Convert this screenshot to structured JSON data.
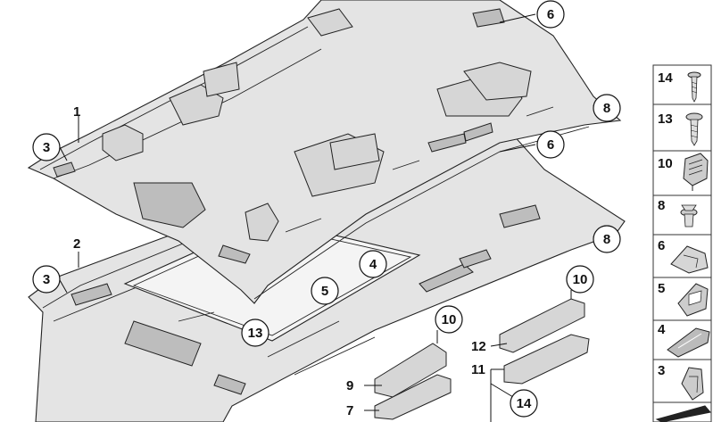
{
  "callouts": [
    {
      "id": "c1",
      "label": "1",
      "circled": false
    },
    {
      "id": "c2",
      "label": "2",
      "circled": false
    },
    {
      "id": "c3a",
      "label": "3",
      "circled": true
    },
    {
      "id": "c3b",
      "label": "3",
      "circled": true
    },
    {
      "id": "c4",
      "label": "4",
      "circled": true
    },
    {
      "id": "c5",
      "label": "5",
      "circled": true
    },
    {
      "id": "c6a",
      "label": "6",
      "circled": true
    },
    {
      "id": "c6b",
      "label": "6",
      "circled": true
    },
    {
      "id": "c7",
      "label": "7",
      "circled": false
    },
    {
      "id": "c8a",
      "label": "8",
      "circled": true
    },
    {
      "id": "c8b",
      "label": "8",
      "circled": true
    },
    {
      "id": "c9",
      "label": "9",
      "circled": false
    },
    {
      "id": "c10a",
      "label": "10",
      "circled": true
    },
    {
      "id": "c10b",
      "label": "10",
      "circled": true
    },
    {
      "id": "c11",
      "label": "11",
      "circled": false
    },
    {
      "id": "c12",
      "label": "12",
      "circled": false
    },
    {
      "id": "c13",
      "label": "13",
      "circled": true
    },
    {
      "id": "c14",
      "label": "14",
      "circled": true
    }
  ],
  "legend": [
    {
      "label": "14",
      "icon": "screw-long-icon"
    },
    {
      "label": "13",
      "icon": "screw-short-icon"
    },
    {
      "label": "10",
      "icon": "clip-bracket-icon"
    },
    {
      "label": "8",
      "icon": "expanding-rivet-icon"
    },
    {
      "label": "6",
      "icon": "holder-clip-icon"
    },
    {
      "label": "5",
      "icon": "mounting-bracket-icon"
    },
    {
      "label": "4",
      "icon": "adhesive-pad-icon"
    },
    {
      "label": "3",
      "icon": "spring-clip-icon"
    },
    {
      "label": "",
      "icon": "wedge-pad-icon"
    }
  ],
  "colors": {
    "line": "#222222",
    "fill": "#e4e4e4",
    "part": "#d6d6d6"
  }
}
